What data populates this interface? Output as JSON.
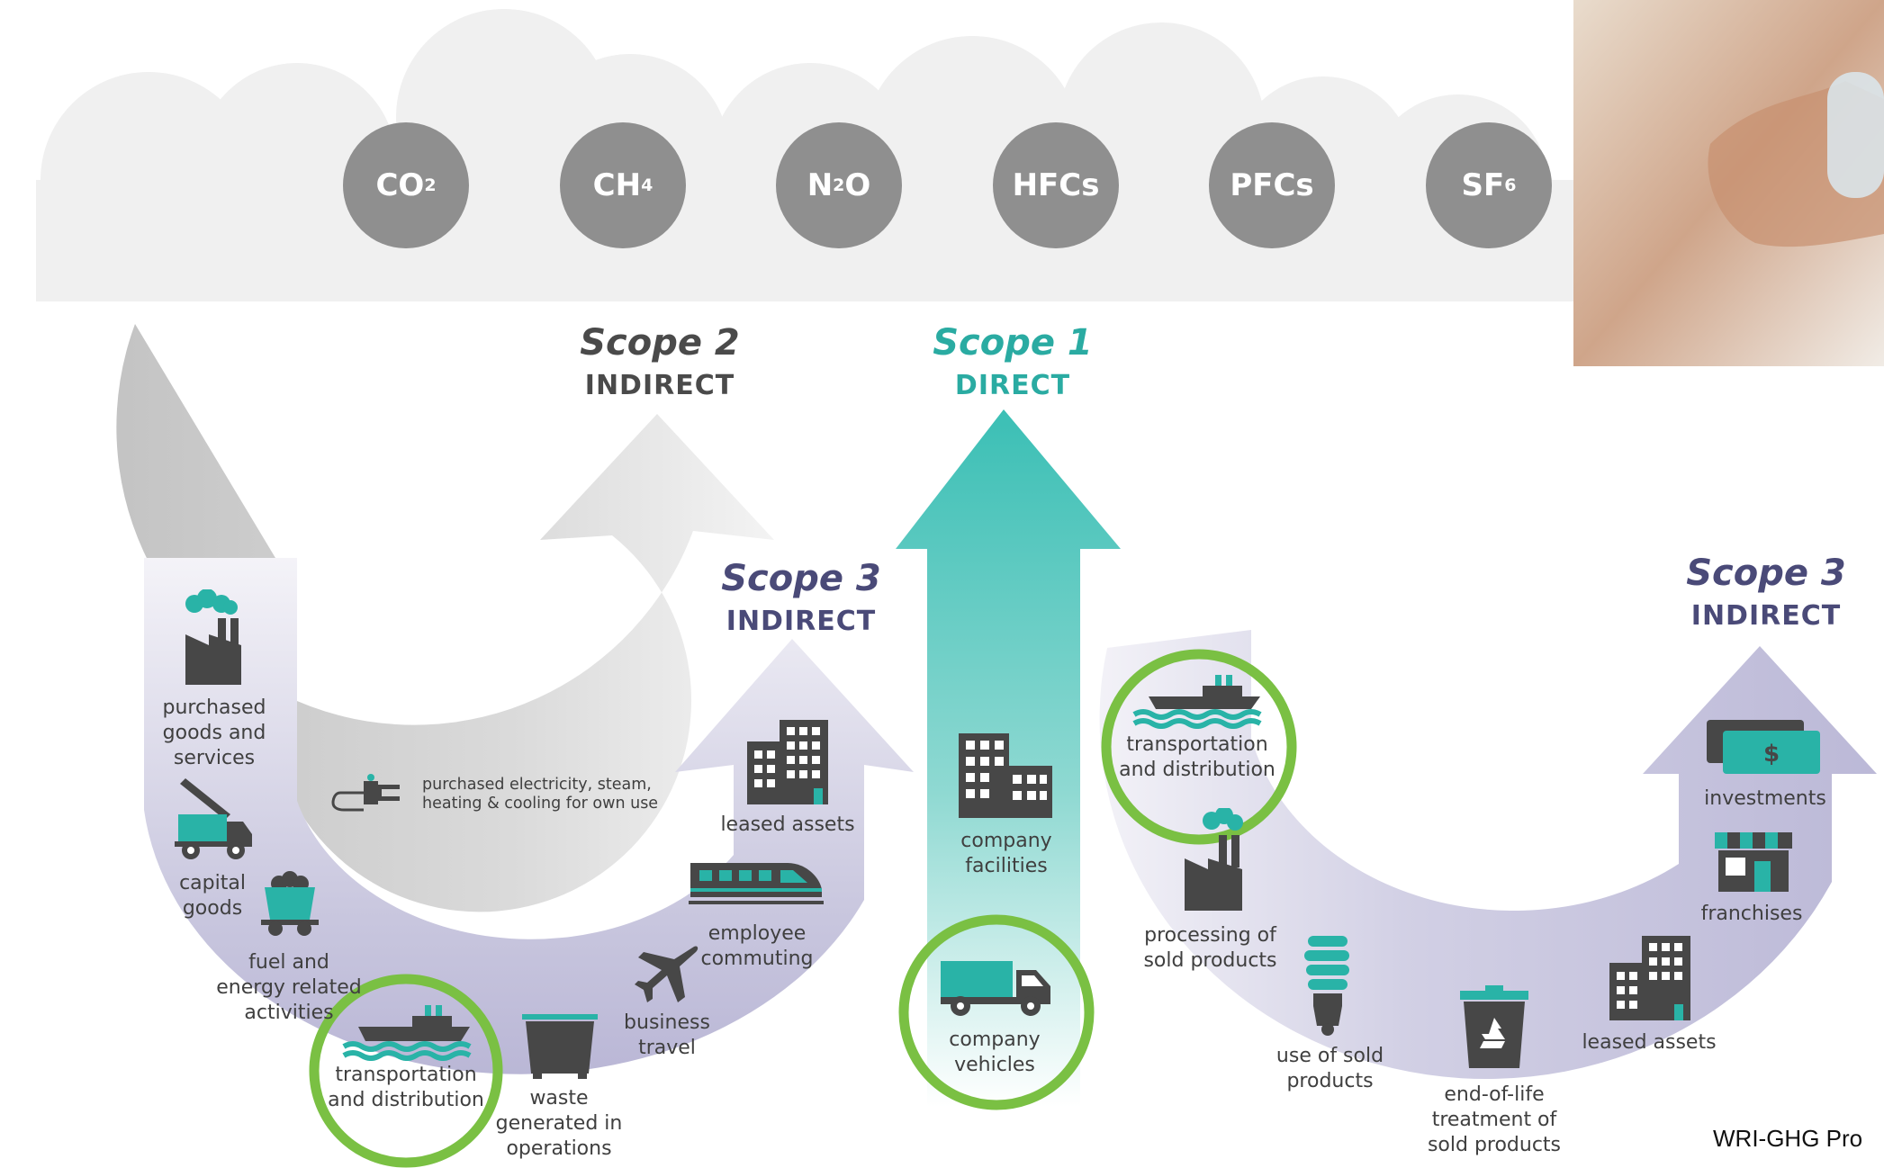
{
  "gases": [
    {
      "base": "CO",
      "sub": "2",
      "tail": ""
    },
    {
      "base": "CH",
      "sub": "4",
      "tail": ""
    },
    {
      "base": "N",
      "sub": "2",
      "tail": "O"
    },
    {
      "base": "HFCs",
      "sub": "",
      "tail": ""
    },
    {
      "base": "PFCs",
      "sub": "",
      "tail": ""
    },
    {
      "base": "SF",
      "sub": "6",
      "tail": ""
    }
  ],
  "scopes": {
    "scope2": {
      "title": "Scope 2",
      "subtitle": "INDIRECT"
    },
    "scope1": {
      "title": "Scope 1",
      "subtitle": "DIRECT"
    },
    "scope3_upstream": {
      "title": "Scope 3",
      "subtitle": "INDIRECT"
    },
    "scope3_downstream": {
      "title": "Scope 3",
      "subtitle": "INDIRECT"
    }
  },
  "colors": {
    "scope1": "#3bbfb5",
    "scope2": "#a9a9a9",
    "scope3": "#4a4a78",
    "highlight_ring": "#7ac043",
    "icon_dark": "#474747",
    "icon_teal": "#29b3a7"
  },
  "upstream": {
    "purchased_goods": "purchased\ngoods and\nservices",
    "capital_goods": "capital\ngoods",
    "fuel_energy": "fuel and\nenergy related\nactivities",
    "transportation": "transportation\nand distribution",
    "waste": "waste\ngenerated in\noperations",
    "business_travel": "business\ntravel",
    "employee_commuting": "employee\ncommuting",
    "leased_assets": "leased assets"
  },
  "scope2_item": {
    "electricity": "purchased electricity, steam,\nheating & cooling for own use"
  },
  "scope1_items": {
    "facilities": "company\nfacilities",
    "vehicles": "company\nvehicles"
  },
  "downstream": {
    "transportation": "transportation\nand distribution",
    "processing": "processing of\nsold products",
    "use": "use of sold\nproducts",
    "end_of_life": "end-of-life\ntreatment of\nsold products",
    "leased_assets": "leased assets",
    "franchises": "franchises",
    "investments": "investments"
  },
  "icons": {
    "factory": "factory-icon",
    "crane_truck": "crane-truck-icon",
    "coal_cart": "coal-cart-icon",
    "ship": "ship-icon",
    "dumpster": "dumpster-icon",
    "airplane": "airplane-icon",
    "train": "train-icon",
    "building": "office-building-icon",
    "plug": "power-plug-icon",
    "truck": "delivery-truck-icon",
    "bulb": "light-bulb-icon",
    "bin": "recycling-bin-icon",
    "storefront": "storefront-icon",
    "money": "money-bills-icon"
  },
  "investments_symbol": "$",
  "source_label": "WRI-GHG Pro"
}
